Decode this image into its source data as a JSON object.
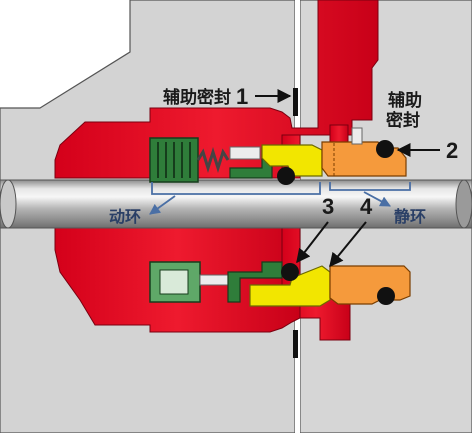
{
  "labels": {
    "aux_seal_left": "辅助密封",
    "aux_seal_right_line1": "辅助",
    "aux_seal_right_line2": "密封",
    "num_1": "1",
    "num_2": "2",
    "num_3": "3",
    "num_4": "4",
    "rotating_ring": "动环",
    "stationary_ring": "静环"
  },
  "colors": {
    "housing_gray": "#d3d3d3",
    "body_red": "#e8001c",
    "spring_green": "#2f7d3a",
    "rotating_ring_yellow": "#f2e600",
    "stationary_ring_orange": "#f59a3c",
    "oring_black": "#111111",
    "callout_blue": "#4a6fa5",
    "shaft_gray": "#a9a9a9"
  }
}
